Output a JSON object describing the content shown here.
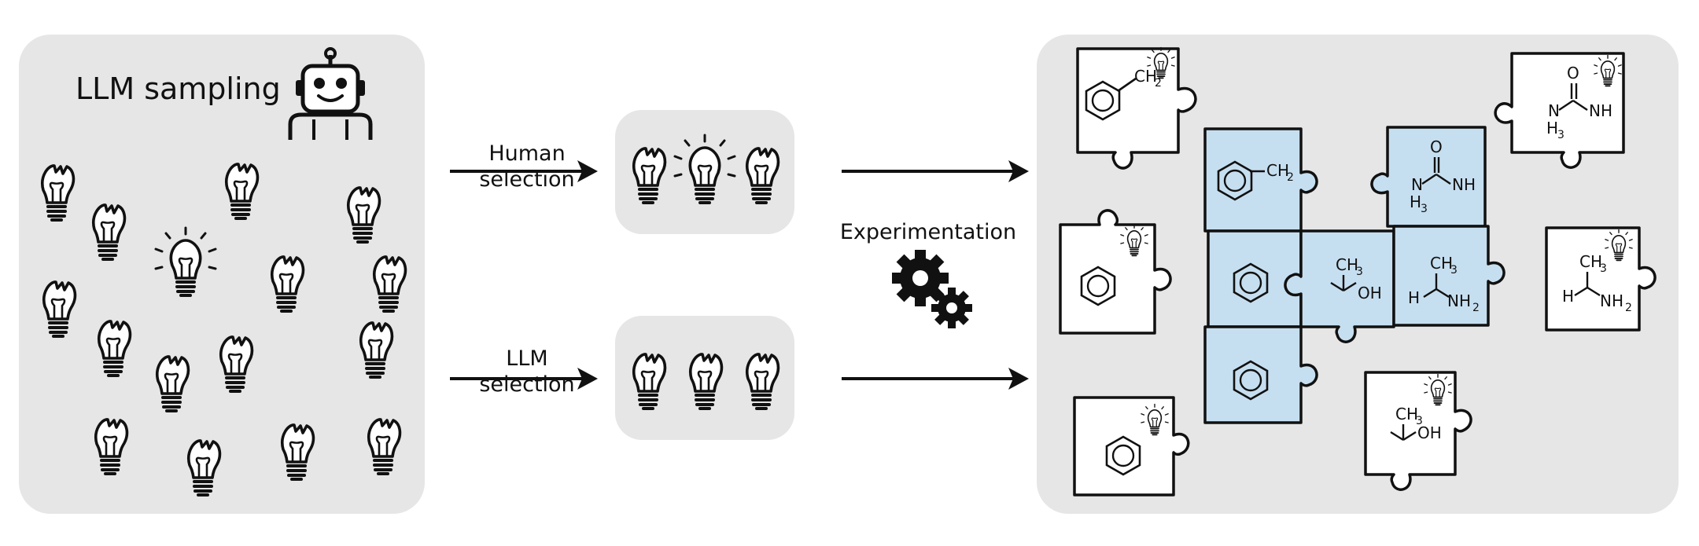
{
  "left_panel": {
    "title": "LLM sampling",
    "icon": "robot-icon"
  },
  "flows": [
    {
      "label_line1": "Human",
      "label_line2": "selection"
    },
    {
      "label_line1": "LLM",
      "label_line2": "selection"
    }
  ],
  "process": {
    "label": "Experimentation",
    "icon": "gears-icon"
  },
  "chem": {
    "ch2": "CH",
    "ch3": "CH",
    "nh2": "NH",
    "sub2": "2",
    "sub3": "3",
    "oh": "OH",
    "h": "H",
    "n": "N",
    "nh": "NH",
    "o": "O"
  },
  "colors": {
    "panel": "#e6e6e6",
    "highlight": "#c6dff0",
    "stroke": "#111111"
  }
}
